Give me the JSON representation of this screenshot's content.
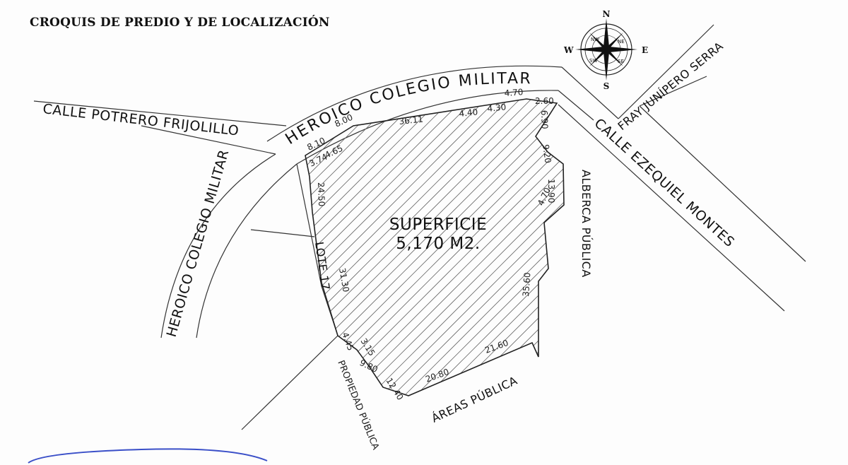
{
  "heading": "CROQUIS DE PREDIO Y DE LOCALIZACIÓN",
  "compass": {
    "n": "N",
    "s": "S",
    "e": "E",
    "w": "W",
    "nw": "NW",
    "ne": "NE",
    "sw": "SW",
    "se": "SE"
  },
  "streets": {
    "heroico_top": "HEROICO COLEGIO MILITAR",
    "heroico_left": "HEROICO COLEGIO MILITAR",
    "potrero": "CALLE POTRERO FRIJOLILLO",
    "fray": "FRAY JUNÍPERO SERRA",
    "ezequiel": "CALLE EZEQUIEL MONTES"
  },
  "adjacent": {
    "lote": "LOTE 17",
    "alberca": "ALBERCA PÚBLICA",
    "propiedad": "PROPIEDAD PÚBLICA",
    "areas": "ÁREAS PÚBLICA"
  },
  "superficie": {
    "title": "SUPERFICIE",
    "value": "5,170 M2."
  },
  "measurements": [
    "8.10",
    "8.00",
    "36.11",
    "4.40",
    "4.30",
    "4.70",
    "2.60",
    "3.74",
    "4.65",
    "6.90",
    "9.20",
    "13.90",
    "4.70",
    "24.50",
    "31.30",
    "35.60",
    "4.45",
    "3.15",
    "9.80",
    "12.40",
    "20.80",
    "21.60"
  ],
  "colors": {
    "line": "#333333",
    "signature": "#3a4fc8"
  }
}
